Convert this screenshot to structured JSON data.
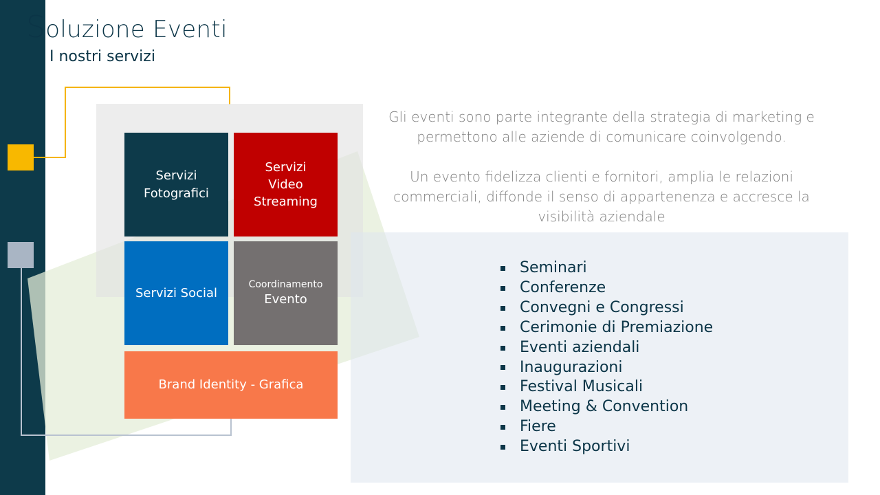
{
  "header": {
    "title_cap": "S",
    "title_rest": "oluzione Eventi",
    "subtitle": "I nostri servizi"
  },
  "tiles": [
    {
      "label": "Servizi Fotografici"
    },
    {
      "label": "Servizi Video Streaming"
    },
    {
      "label": "Servizi Social"
    },
    {
      "small": "Coordinamento",
      "label": "Evento"
    },
    {
      "label": "Brand Identity - Grafica"
    }
  ],
  "intro": {
    "p1": "Gli eventi sono parte integrante della strategia di marketing e permettono alle aziende di comunicare coinvolgendo.",
    "p2": "Un evento fidelizza clienti e fornitori, amplia le relazioni commerciali, diffonde il senso di appartenenza e accresce la visibilità aziendale"
  },
  "events": [
    "Seminari",
    "Conferenze",
    "Convegni e Congressi",
    "Cerimonie di Premiazione",
    "Eventi aziendali",
    "Inaugurazioni",
    "Festival Musicali",
    "Meeting & Convention",
    "Fiere",
    "Eventi Sportivi"
  ],
  "colors": {
    "sidebar": "#0d3a4a",
    "accent_yellow": "#f8b800",
    "tile_fotografici": "#0d3a4a",
    "tile_video": "#c00000",
    "tile_social": "#006ec0",
    "tile_coordinamento": "#747070",
    "tile_brand": "#f8784a"
  }
}
